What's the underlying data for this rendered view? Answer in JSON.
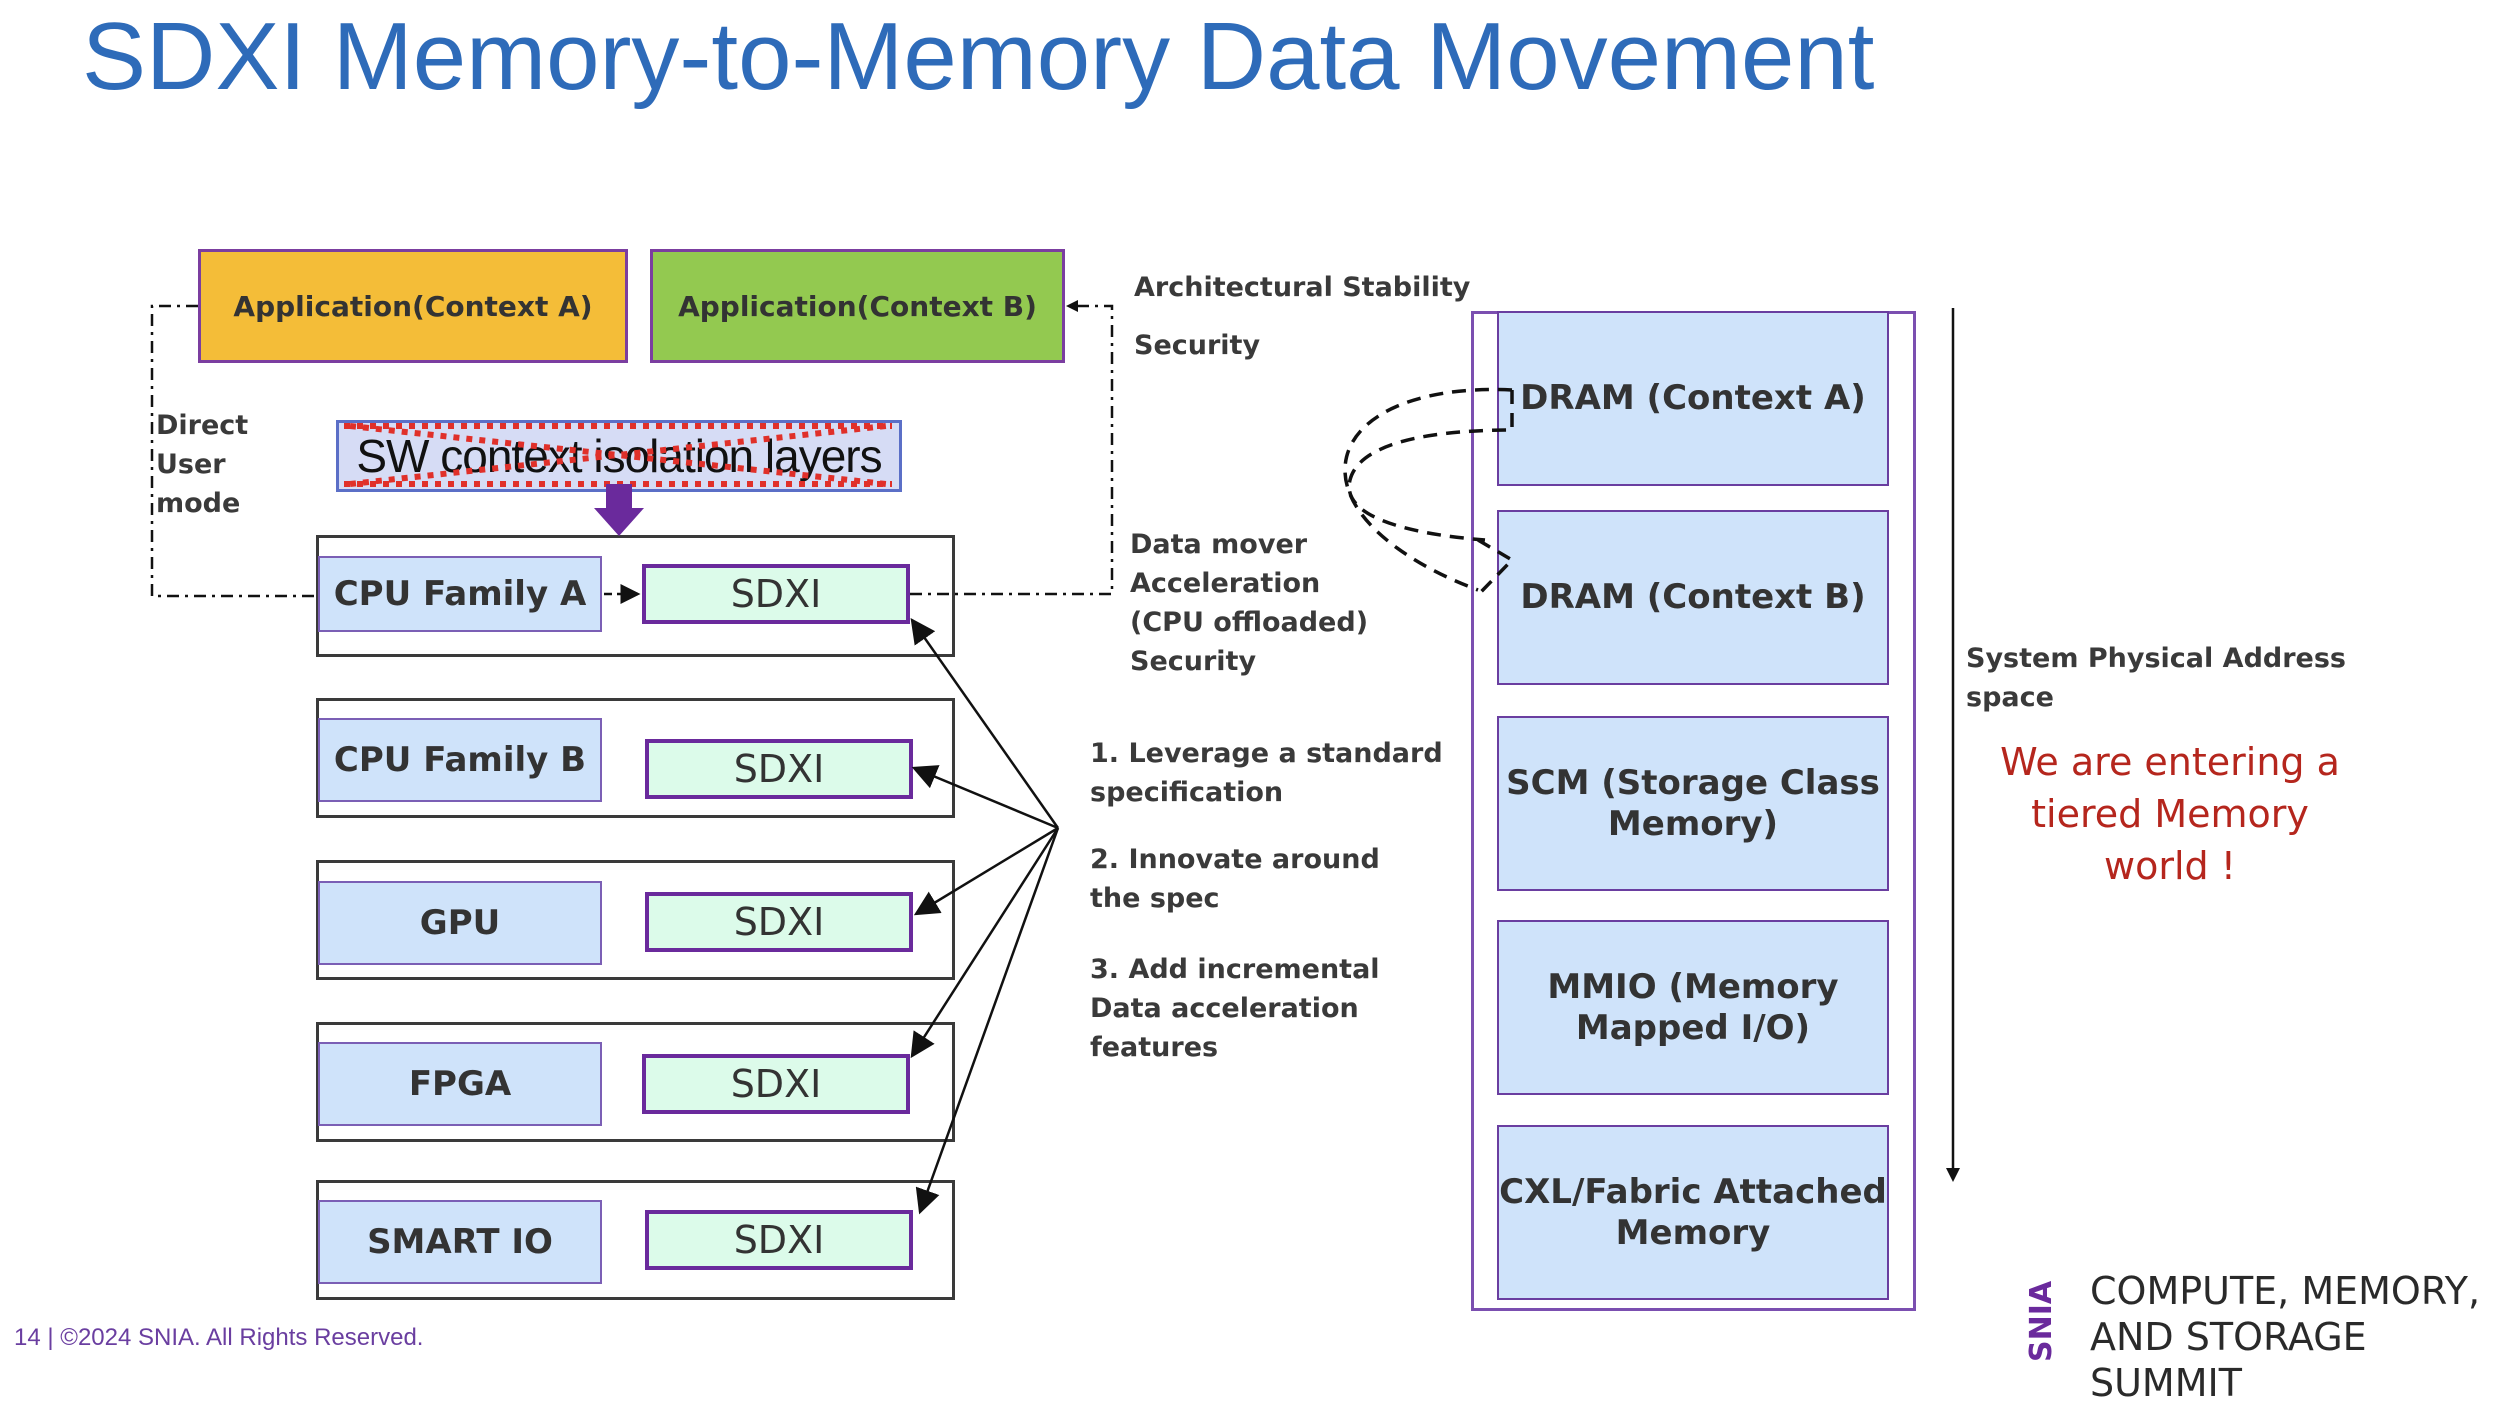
{
  "title": "SDXI Memory-to-Memory Data Movement",
  "apps": {
    "a": "Application(Context A)",
    "b": "Application(Context B)"
  },
  "sw_layers": "SW context isolation layers",
  "direct_user_mode": "Direct\nUser\nmode",
  "arch_stability": "Architectural Stability",
  "security_top": "Security",
  "data_mover": "Data mover\nAcceleration\n(CPU offloaded)\nSecurity",
  "rows": [
    {
      "device": "CPU Family A",
      "engine": "SDXI"
    },
    {
      "device": "CPU Family B",
      "engine": "SDXI"
    },
    {
      "device": "GPU",
      "engine": "SDXI"
    },
    {
      "device": "FPGA",
      "engine": "SDXI"
    },
    {
      "device": "SMART IO",
      "engine": "SDXI"
    }
  ],
  "points": [
    "1. Leverage a standard\n    specification",
    "2. Innovate around\n    the spec",
    "3. Add incremental\n    Data acceleration\n    features"
  ],
  "memory": [
    "DRAM (Context A)",
    "DRAM (Context B)",
    "SCM (Storage Class\nMemory)",
    "MMIO (Memory\nMapped I/O)",
    "CXL/Fabric Attached\nMemory"
  ],
  "spa_label": "System Physical Address\nspace",
  "tiered_note": "We are entering  a\ntiered Memory\nworld !",
  "footer": "14 | ©2024 SNIA. All Rights Reserved.",
  "summit": "COMPUTE, MEMORY,\nAND STORAGE SUMMIT",
  "logo_text": "SNIA",
  "colors": {
    "title": "#2e6bb9",
    "app_a": "#f4bd38",
    "app_b": "#93c950",
    "sdxi_fill": "#dcfbea",
    "memory_fill": "#cfe3fa",
    "accent_purple": "#6a2a9c",
    "note_red": "#b5261d"
  }
}
